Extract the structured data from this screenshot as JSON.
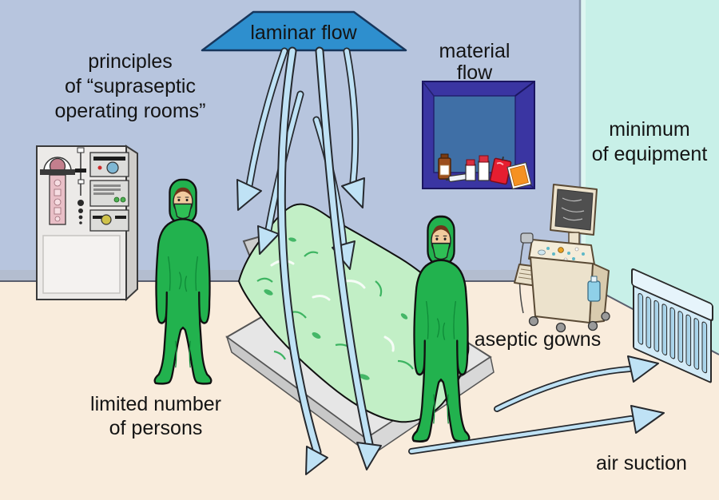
{
  "figure": {
    "type": "operating-room-principles-diagram",
    "title": {
      "line1": "principles",
      "line2": "of “supraseptic",
      "line3": "operating rooms”"
    },
    "labels": {
      "laminar_flow": "laminar flow",
      "material_flow": {
        "line1": "material",
        "line2": "flow"
      },
      "minimum_equipment": {
        "line1": "minimum",
        "line2": "of equipment"
      },
      "aseptic_gowns": "aseptic gowns",
      "limited_persons": {
        "line1": "limited number",
        "line2": "of persons"
      },
      "air_suction": "air suction"
    },
    "objects": [
      "laminar-flow-diffuser",
      "airflow-arrows",
      "material-hatch-with-supplies",
      "anesthesia-machine",
      "operating-table-with-patient",
      "surgeon-left",
      "surgeon-right",
      "ultrasound-cart",
      "air-suction-vent"
    ]
  },
  "colors": {
    "wall_blue": "#b7c5de",
    "wall_right_cyan": "#c8f0e8",
    "wall_edge_light": "#e2f8f2",
    "floor": "#f9ecdc",
    "baseboard": "#b3bdcf",
    "diffuser_blue": "#2e8fce",
    "arrow_fill": "#bfe2f5",
    "arrow_outline": "#26292e",
    "gown_green": "#22b24e",
    "mask_green": "#2fbf55",
    "drape_green": "#c2efc6",
    "drape_shadow_green": "#2fae57",
    "hatch_frame_indigo": "#3a35a2",
    "hatch_back_blue": "#3f6fa6",
    "table_gray": "#e6e6e6",
    "machine_gray": "#eceae8",
    "machine_pink": "#e9bfc7",
    "cart_beige": "#ece2cc",
    "monitor_screen": "#4f4f4f",
    "vent_blue": "#d3ebf7",
    "skin": "#f1cb9e",
    "red_bag": "#e61e30",
    "orange_pack": "#f59122"
  }
}
